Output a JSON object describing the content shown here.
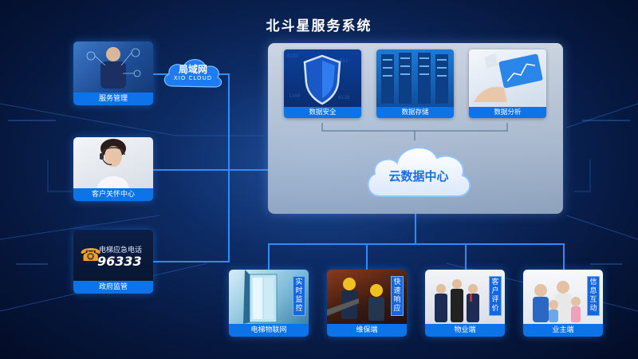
{
  "title": "北斗星服务系统",
  "cloud_network": {
    "label": "局域网",
    "sub": "XIO CLOUD"
  },
  "left_cards": [
    {
      "label": "服务管理"
    },
    {
      "label": "客户关怀中心"
    },
    {
      "label": "政府监管",
      "hotline_title": "电梯应急电话",
      "hotline_number": "96333"
    }
  ],
  "center": {
    "tiles": [
      {
        "label": "数据安全"
      },
      {
        "label": "数据存储"
      },
      {
        "label": "数据分析"
      }
    ],
    "cloud_label": "云数据中心"
  },
  "bottom_cards": [
    {
      "label": "电梯物联网",
      "badge": "实时监控"
    },
    {
      "label": "维保端",
      "badge": "快速响应"
    },
    {
      "label": "物业端",
      "badge": "客户评价"
    },
    {
      "label": "业主端",
      "badge": "信息互动"
    }
  ],
  "colors": {
    "accent": "#0c73e8",
    "line": "#2f8cff",
    "bg": "#0d2c66"
  }
}
